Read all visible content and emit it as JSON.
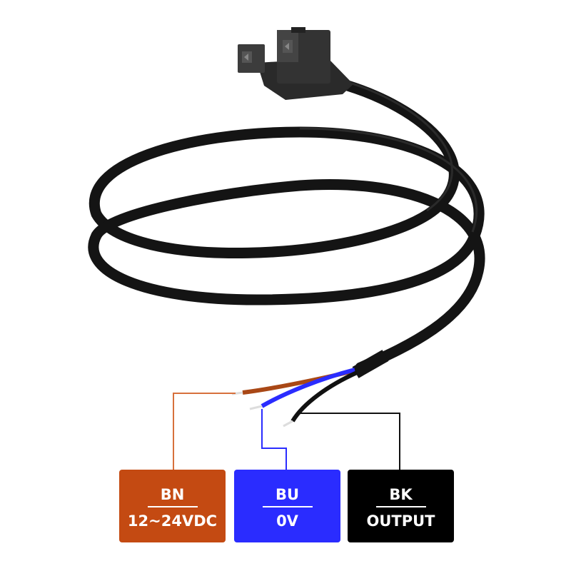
{
  "wires": [
    {
      "code": "BN",
      "description": "12~24VDC",
      "color": "#c44a12"
    },
    {
      "code": "BU",
      "description": "0V",
      "color": "#2a2cff"
    },
    {
      "code": "BK",
      "description": "OUTPUT",
      "color": "#000000"
    }
  ],
  "icons": [
    "sensor-arrow-icon-left",
    "sensor-arrow-icon-right"
  ]
}
